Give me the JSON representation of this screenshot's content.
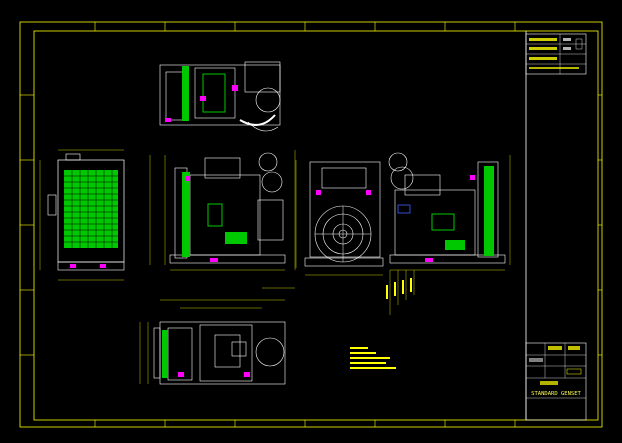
{
  "drawing": {
    "title": "STANDARD GENSET",
    "colors": {
      "background": "#000000",
      "frame": "#ffff00",
      "outline": "#ffffff",
      "engine_green": "#00c800",
      "accent_magenta": "#ff00ff",
      "dimension_yellow": "#ffff00",
      "blue": "#4060ff"
    },
    "views": [
      {
        "name": "top-view"
      },
      {
        "name": "radiator-front-view"
      },
      {
        "name": "side-elevation-left"
      },
      {
        "name": "end-elevation-flywheel"
      },
      {
        "name": "side-elevation-right"
      },
      {
        "name": "plan-view-bottom"
      }
    ]
  }
}
